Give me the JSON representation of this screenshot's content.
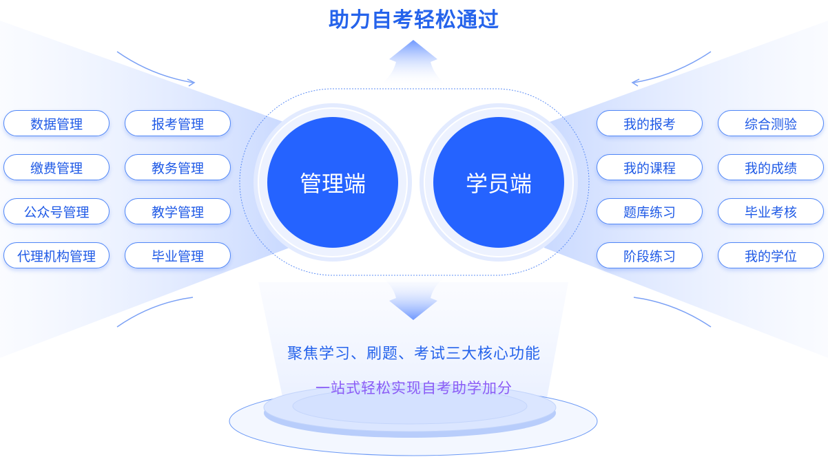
{
  "title": "助力自考轻松通过",
  "admin": {
    "label": "管理端",
    "items": [
      "数据管理",
      "报考管理",
      "缴费管理",
      "教务管理",
      "公众号管理",
      "教学管理",
      "代理机构管理",
      "毕业管理"
    ]
  },
  "student": {
    "label": "学员端",
    "items": [
      "我的报考",
      "综合测验",
      "我的课程",
      "我的成绩",
      "题库练习",
      "毕业考核",
      "阶段练习",
      "我的学位"
    ]
  },
  "tagline": "聚焦学习、刷题、考试三大核心功能",
  "subtagline": "一站式轻松实现自考助学加分",
  "colors": {
    "primary": "#2563ff",
    "accent": "#8b5cf6"
  }
}
